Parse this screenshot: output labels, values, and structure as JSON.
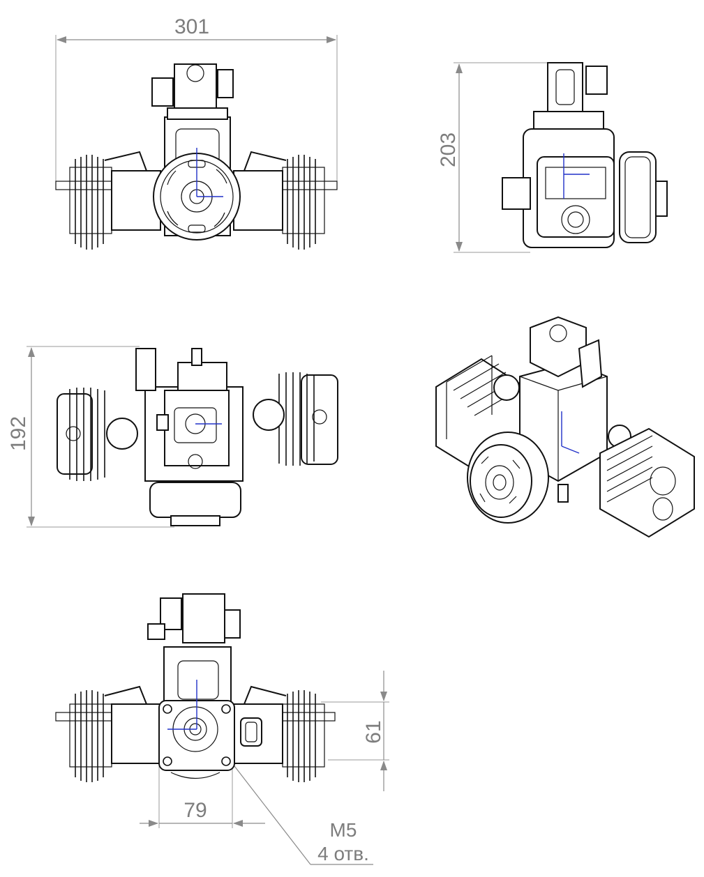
{
  "dimensions": {
    "overall_width": "301",
    "side_height": "203",
    "rear_height": "192",
    "mount_height": "61",
    "mount_width": "79"
  },
  "callout": {
    "thread": "M5",
    "hole_count": "4 отв."
  }
}
